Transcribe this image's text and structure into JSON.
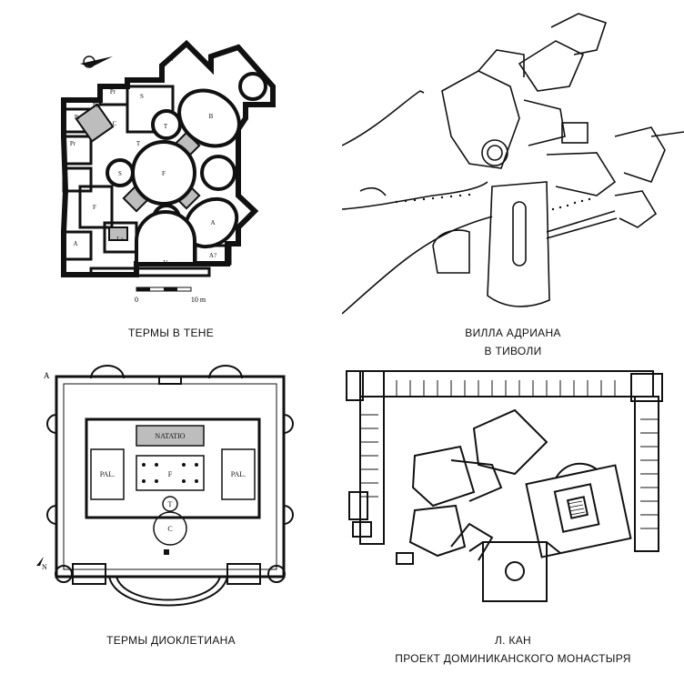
{
  "panels": {
    "top_left": {
      "caption": [
        "ТЕРМЫ В ТЕНЕ"
      ],
      "room_labels": [
        "Pr",
        "Pr",
        "Pr",
        "Pr",
        "S",
        "C",
        "B",
        "T",
        "F",
        "S",
        "A",
        "A",
        "F",
        "La",
        "V",
        "A?",
        "A",
        "Pr",
        "T"
      ],
      "scale": {
        "start": "0",
        "end": "10 m"
      }
    },
    "top_right": {
      "caption": [
        "ВИЛЛА АДРИАНА",
        "В ТИВОЛИ"
      ]
    },
    "bottom_left": {
      "caption": [
        "ТЕРМЫ ДИОКЛЕТИАНА"
      ],
      "room_labels": [
        "NATATIO",
        "PAL.",
        "PAL.",
        "F",
        "T",
        "C"
      ],
      "corner_label": "A",
      "north_label": "N"
    },
    "bottom_right": {
      "caption": [
        "Л. КАН",
        "ПРОЕКТ ДОМИНИКАНСКОГО МОНАСТЫРЯ"
      ]
    }
  }
}
